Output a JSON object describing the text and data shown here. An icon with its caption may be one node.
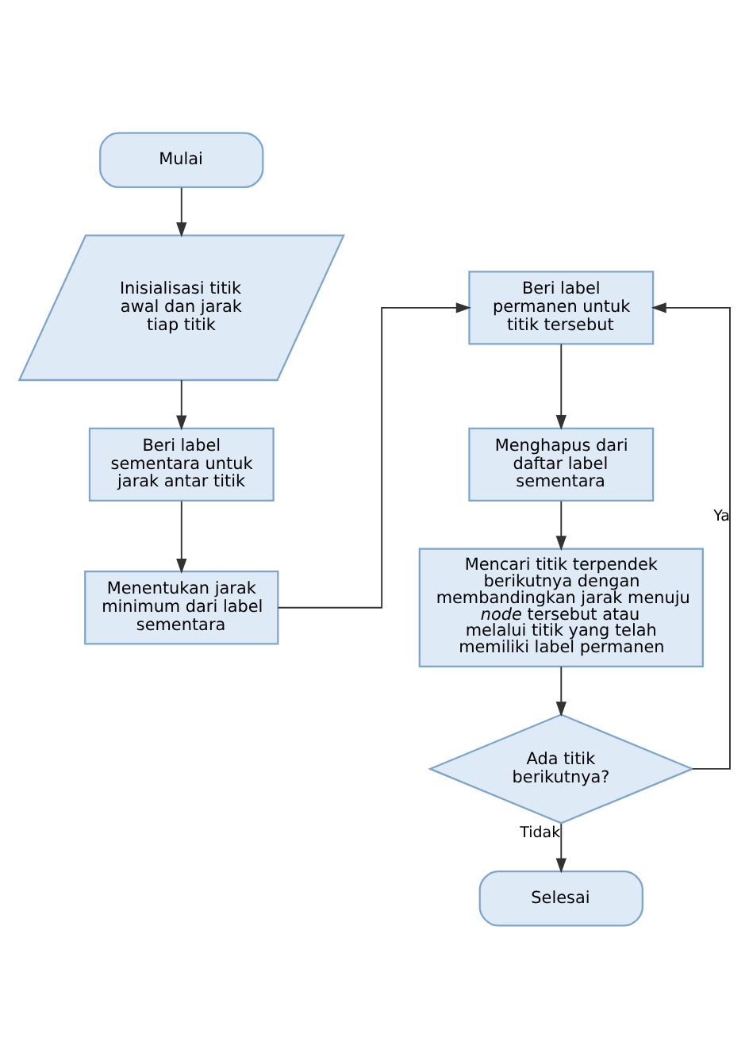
{
  "diagram": {
    "nodes": [
      {
        "text": [
          "Mulai"
        ]
      },
      {
        "text": [
          "Inisialisasi titik awal dan jarak tiap titik"
        ]
      },
      {
        "text": [
          "Beri label sementara untuk jarak antar titik"
        ]
      },
      {
        "text": [
          "Menentukan jarak minimum dari label sementara"
        ]
      },
      {
        "text": [
          "Beri label permanen untuk titik tersebut"
        ]
      },
      {
        "text": [
          "Menghapus dari daftar label sementara"
        ]
      },
      {
        "text": [
          "Mencari titik terpendek berikutnya dengan membandingkan jarak menuju *node* tersebut atau melalui titik yang telah memiliki label permanen"
        ]
      },
      {
        "text": [
          "Ada titik berikutnya?"
        ]
      },
      {
        "text": [
          "Selesai"
        ]
      }
    ],
    "edges": [
      {
        "from": 0,
        "to": 1,
        "arrow": "to"
      },
      {
        "from": 1,
        "to": 2,
        "arrow": "to"
      },
      {
        "from": 2,
        "to": 3,
        "arrow": "to"
      },
      {
        "from": 3,
        "to": 4,
        "arrow": "to"
      },
      {
        "from": 4,
        "to": 5,
        "arrow": "to"
      },
      {
        "from": 5,
        "to": 6,
        "arrow": "to"
      },
      {
        "from": 6,
        "to": 7,
        "arrow": "to"
      },
      {
        "from": 7,
        "to": 4,
        "arrow": "to",
        "label": "Ya"
      },
      {
        "from": 7,
        "to": 8,
        "arrow": "to",
        "label": "Tidak"
      }
    ]
  }
}
